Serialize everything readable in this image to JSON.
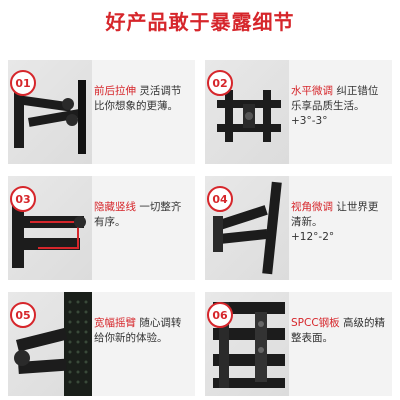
{
  "header": {
    "title": "好产品敢于暴露细节"
  },
  "features": [
    {
      "num": "01",
      "highlight": "前后拉伸",
      "text": "灵活调节比你想象的更薄。",
      "extra": ""
    },
    {
      "num": "02",
      "highlight": "水平微调",
      "text": "纠正错位乐享品质生活。",
      "extra": "+3°-3°"
    },
    {
      "num": "03",
      "highlight": "隐藏竖线",
      "text": "一切整齐有序。",
      "extra": ""
    },
    {
      "num": "04",
      "highlight": "视角微调",
      "text": "让世界更清新。",
      "extra": "+12°-2°"
    },
    {
      "num": "05",
      "highlight": "宽幅摇臂",
      "text": "随心调转给你新的体验。",
      "extra": ""
    },
    {
      "num": "06",
      "highlight": "SPCC钢板",
      "text": "高级的精整表面。",
      "extra": ""
    }
  ],
  "colors": {
    "accent": "#d6262b",
    "card_bg": "#f3f3f3",
    "metal": "#1c1c1c"
  }
}
